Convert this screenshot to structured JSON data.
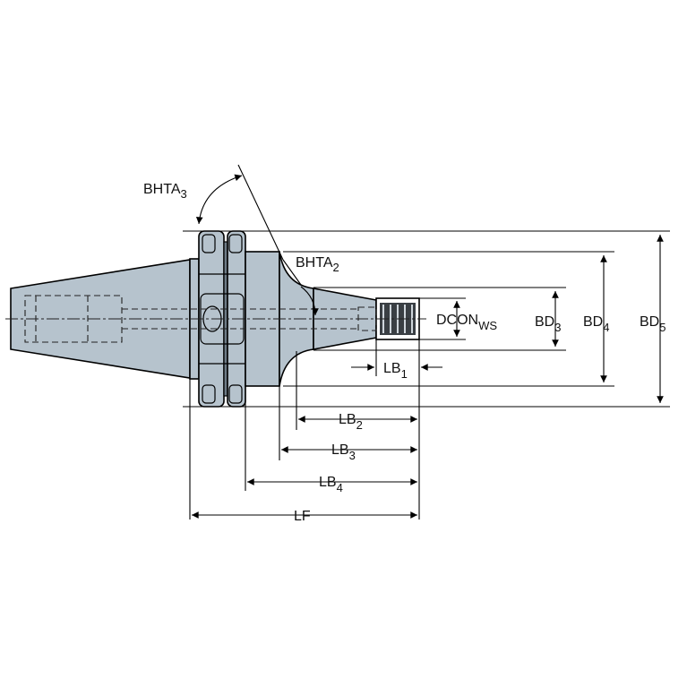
{
  "labels": {
    "bhta3": {
      "main": "BHTA",
      "sub": "3"
    },
    "bhta2": {
      "main": "BHTA",
      "sub": "2"
    },
    "dcon": {
      "main": "DCON",
      "sub": "WS"
    },
    "bd3": {
      "main": "BD",
      "sub": "3"
    },
    "bd4": {
      "main": "BD",
      "sub": "4"
    },
    "bd5": {
      "main": "BD",
      "sub": "5"
    },
    "lb1": {
      "main": "LB",
      "sub": "1"
    },
    "lb2": {
      "main": "LB",
      "sub": "2"
    },
    "lb3": {
      "main": "LB",
      "sub": "3"
    },
    "lb4": {
      "main": "LB",
      "sub": "4"
    },
    "lf": {
      "main": "LF",
      "sub": ""
    }
  },
  "colors": {
    "body": "#b6c3cd",
    "insert": "#3a3f44",
    "line": "#000000"
  }
}
